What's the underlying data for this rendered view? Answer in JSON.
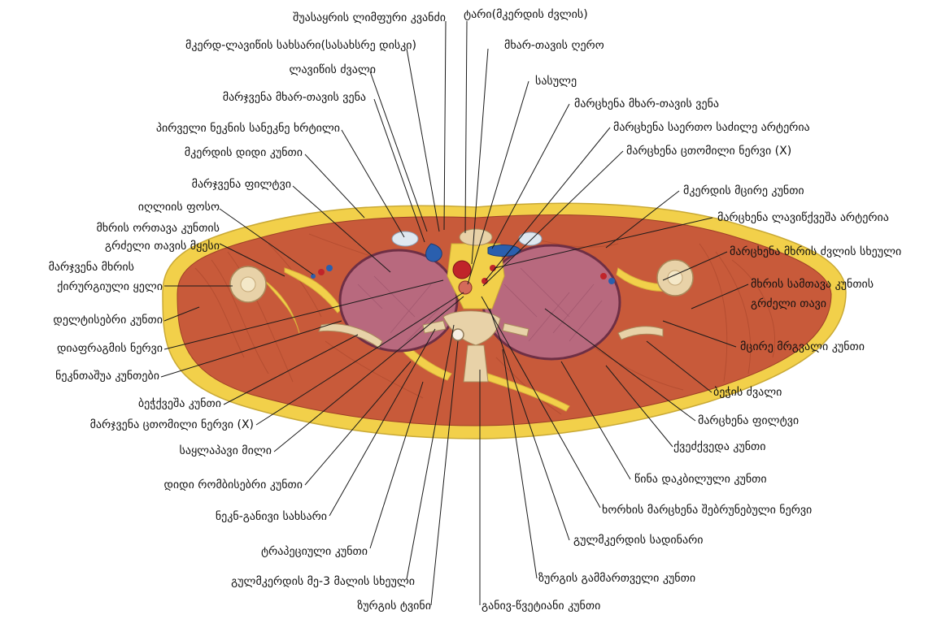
{
  "labels": {
    "lymph_duct": "შუასაყრის ლიმფური კვანძი",
    "sternum": "ტარი(მკერდის ძვლის)",
    "sternoclavicular": "მკერდ-ლავიწის სახსარი(სასახსრე დისკი)",
    "brachiocephalic_trunk": "მხარ-თავის ღერო",
    "clavicle": "ლავიწის ძვალი",
    "trachea": "სასულე",
    "right_brachiocephalic_vein": "მარჯვენა მხარ-თავის ვენა",
    "left_brachiocephalic_vein": "მარცხენა მხარ-თავის ვენა",
    "first_rib_cartilage": "პირველი ნეკნის სანეკნე ხრტილი",
    "left_common_carotid": "მარცხენა საერთო საძილე არტერია",
    "pectoralis_major": "მკერდის დიდი კუნთი",
    "left_vagus": "მარცხენა ცთომილი ნერვი (X)",
    "right_lung": "მარჯვენა ფილტვი",
    "pectoralis_minor": "მკერდის მცირე კუნთი",
    "axillary_fossa": "იღლიის ფოსო",
    "left_subclavian_artery": "მარცხენა ლავიწქვეშა არტერია",
    "biceps_long_head_1": "მხრის ორთავა კუნთის",
    "biceps_long_head_2": "გრძელი თავის მყესი",
    "left_humerus": "მარცხენა მხრის ძვლის სხეული",
    "surgical_neck_1": "მარჯვენა მხრის",
    "surgical_neck_2": "ქირურგიული ყელი",
    "triceps_1": "მხრის სამთავა კუნთის",
    "triceps_2": "გრძელი თავი",
    "deltoid": "დელტისებრი კუნთი",
    "teres_minor": "მცირე მრგვალი კუნთი",
    "phrenic_nerve": "დიაფრაგმის ნერვი",
    "intercostal": "ნეკნთაშუა კუნთები",
    "scapula": "ბეჭის ძვალი",
    "infraspinatus": "ბეჭქვეშა კუნთი",
    "left_lung": "მარცხენა ფილტვი",
    "right_vagus": "მარჯვენა ცთომილი ნერვი (X)",
    "subscapularis": "ქვეძქვედა კუნთი",
    "esophagus": "საყლაპავი მილი",
    "serratus_anterior": "წინა დაკბილული კუნთი",
    "rhomboid_major": "დიდი რომბისებრი კუნთი",
    "left_recurrent": "ხორხის მარცხენა შებრუნებული ნერვი",
    "costotransverse": "ნეკნ-განივი სახსარი",
    "thoracic_duct": "გულმკერდის სადინარი",
    "trapezius": "ტრაპეციული კუნთი",
    "erector_spinae": "ზურგის გამმართველი კუნთი",
    "vertebra_body": "გულმკერდის მე-3 მალის სხეული",
    "spinal_cord": "ზურგის ტვინი",
    "transversospinalis": "განივ-წვეტიანი კუნთი"
  },
  "colors": {
    "skin_fat": "#f2d04a",
    "muscle": "#c85a3a",
    "lung": "#b8697e",
    "bone": "#e8d2a8",
    "vein": "#2a5fae",
    "artery": "#c0242a"
  }
}
